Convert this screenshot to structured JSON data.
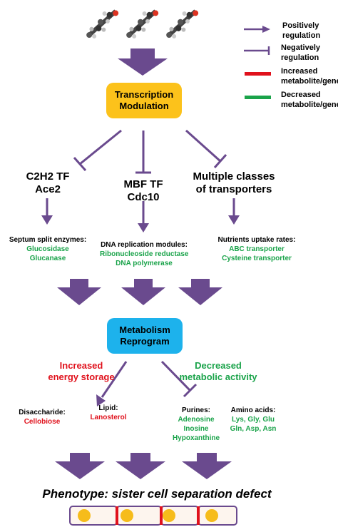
{
  "legend": {
    "positive": "Positively regulation",
    "negative": "Negatively regulation",
    "increased": "Increased metabolite/genes",
    "decreased": "Decreased metabolite/genes"
  },
  "nodes": {
    "transcription": [
      "Transcription",
      "Modulation"
    ],
    "c2h2": [
      "C2H2 TF",
      "Ace2"
    ],
    "mbf": [
      "MBF TF",
      "Cdc10"
    ],
    "transporters": [
      "Multiple classes",
      "of transporters"
    ],
    "metabolism": [
      "Metabolism",
      "Reprogram"
    ]
  },
  "modules": {
    "septum": {
      "title": "Septum split enzymes:",
      "items": [
        "Glucosidase",
        "Glucanase"
      ]
    },
    "dna": {
      "title": "DNA replication modules:",
      "items": [
        "Ribonucleoside reductase",
        "DNA polymerase"
      ]
    },
    "nutrients": {
      "title": "Nutrients uptake rates:",
      "items": [
        "ABC transporter",
        "Cysteine transporter"
      ]
    }
  },
  "effects": {
    "increased": [
      "Increased",
      "energy storage"
    ],
    "decreased": [
      "Decreased",
      "metabolic activity"
    ]
  },
  "metabolites": {
    "disaccharide": {
      "title": "Disaccharide:",
      "items": [
        "Cellobiose"
      ]
    },
    "lipid": {
      "title": "Lipid:",
      "items": [
        "Lanosterol"
      ]
    },
    "purines": {
      "title": "Purines:",
      "items": [
        "Adenosine",
        "Inosine",
        "Hypoxanthine"
      ]
    },
    "amino": {
      "title": "Amino acids:",
      "items": [
        "Lys, Gly, Glu",
        "Gln, Asp, Asn"
      ]
    }
  },
  "phenotype": "Phenotype: sister cell separation defect",
  "colors": {
    "purple": "#6a4a8e",
    "orange": "#fcc21b",
    "blue": "#1db2ec",
    "green": "#1aa34a",
    "red": "#e0111c",
    "cell_fill": "#fdf5ee",
    "cell_border": "#6a4a8e",
    "cell_nucleus": "#f6bc1b"
  },
  "icons": [
    "molecule-icon",
    "molecule-icon",
    "molecule-icon"
  ]
}
